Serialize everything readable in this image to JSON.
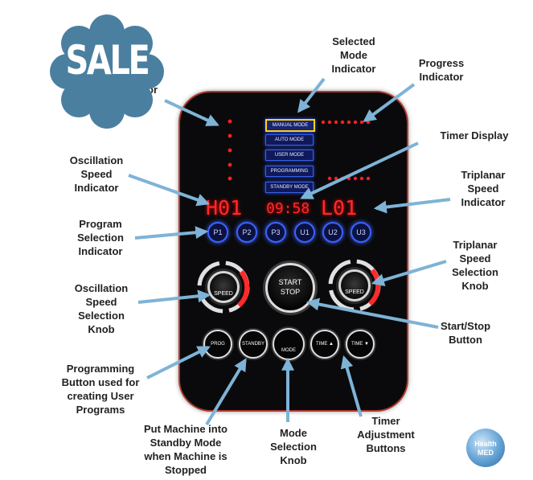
{
  "panel": {
    "modes": [
      "MANUAL MODE",
      "AUTO MODE",
      "USER    MODE",
      "PROGRAMMING",
      "STANDBY MODE"
    ],
    "selected_mode": "MANUAL MODE",
    "display_left": "H01",
    "display_timer": "09:58",
    "display_right": "L01",
    "program_buttons": [
      "P1",
      "P2",
      "P3",
      "U1",
      "U2",
      "U3"
    ],
    "left_knob_label": "SPEED",
    "right_knob_label": "SPEED",
    "start_label_line1": "START",
    "start_label_line2": "STOP",
    "bottom_buttons": [
      "PROG",
      "STANDBY",
      "MODE",
      "TIME ▲",
      "TIME ▼"
    ]
  },
  "callouts": {
    "selected_mode": "Selected\nMode\nIndicator",
    "progress": "Progress\nIndicator",
    "timer_display": "Timer Display",
    "oscillation_speed_indicator": "Oscillation\nSpeed\nIndicator",
    "triplanar_speed_indicator": "Triplanar\nSpeed\nIndicator",
    "program_selection": "Program\nSelection\nIndicator",
    "triplanar_knob": "Triplanar\nSpeed\nSelection\nKnob",
    "oscillation_knob": "Oscillation\nSpeed\nSelection\nKnob",
    "start_stop": "Start/Stop\nButton",
    "programming_button": "Programming\nButton used for\ncreating User\nPrograms",
    "standby": "Put Machine into\nStandby Mode\nwhen Machine is\nStopped",
    "mode_knob": "Mode\nSelection\nKnob",
    "timer_adjust": "Timer\nAdjustment\nButtons",
    "partial_hidden": "or"
  },
  "badge": {
    "text": "SALE",
    "color": "#4a7fa0"
  },
  "logo": {
    "line1": "Health",
    "line2": "MED"
  },
  "colors": {
    "arrow": "#7eb3d6",
    "led": "#ff2a2a",
    "mode_blue": "#3b62ff",
    "frame": "#b03a2e"
  }
}
